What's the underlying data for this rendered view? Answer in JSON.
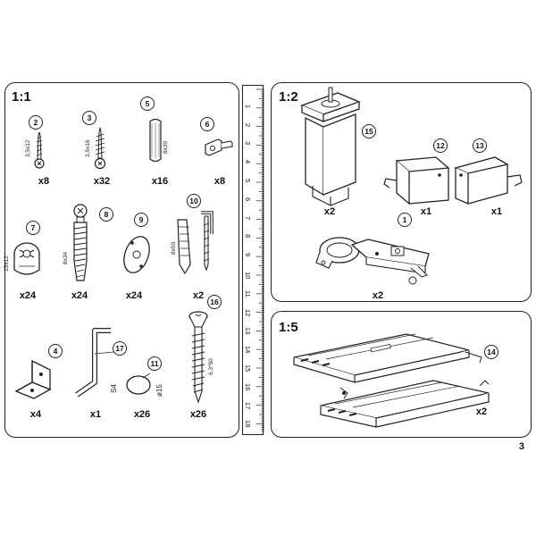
{
  "page_number": "3",
  "panels": {
    "left": {
      "scale": "1:1"
    },
    "top_right": {
      "scale": "1:2"
    },
    "bottom_right": {
      "scale": "1:5"
    }
  },
  "parts": [
    {
      "id": "2",
      "quantity": "x8",
      "dimension": "3,5x12",
      "icon": "screw-icon"
    },
    {
      "id": "3",
      "quantity": "x32",
      "dimension": "3,5x16",
      "icon": "screw-icon"
    },
    {
      "id": "5",
      "quantity": "x16",
      "dimension": "8x30",
      "icon": "wooden-dowel-icon"
    },
    {
      "id": "6",
      "quantity": "x8",
      "dimension": "",
      "icon": "shelf-support-icon"
    },
    {
      "id": "7",
      "quantity": "x24",
      "dimension": "15x12",
      "icon": "cam-lock-icon"
    },
    {
      "id": "8",
      "quantity": "x24",
      "dimension": "8x34",
      "icon": "cam-bolt-icon"
    },
    {
      "id": "9",
      "quantity": "x24",
      "dimension": "",
      "icon": "cam-cover-plate-icon"
    },
    {
      "id": "10",
      "quantity": "x2",
      "dimension": "8x50",
      "icon": "wall-plug-hook-icon"
    },
    {
      "id": "4",
      "quantity": "x4",
      "dimension": "",
      "icon": "corner-bracket-icon"
    },
    {
      "id": "17",
      "quantity": "x1",
      "dimension": "S4",
      "icon": "allen-key-icon"
    },
    {
      "id": "11",
      "quantity": "x26",
      "dimension": "ø15",
      "icon": "cover-cap-icon"
    },
    {
      "id": "16",
      "quantity": "x26",
      "dimension": "6,3*50",
      "icon": "confirmat-screw-icon"
    },
    {
      "id": "15",
      "quantity": "x2",
      "dimension": "",
      "icon": "furniture-leg-icon"
    },
    {
      "id": "12",
      "quantity": "x1",
      "dimension": "",
      "icon": "cabinet-hanger-left-icon"
    },
    {
      "id": "13",
      "quantity": "x1",
      "dimension": "",
      "icon": "cabinet-hanger-right-icon"
    },
    {
      "id": "1",
      "quantity": "x2",
      "dimension": "",
      "icon": "concealed-hinge-icon"
    },
    {
      "id": "14",
      "quantity": "x2",
      "dimension": "",
      "icon": "drawer-slide-icon"
    }
  ],
  "ruler": {
    "labels": [
      "1",
      "2",
      "3",
      "4",
      "5",
      "6",
      "7",
      "8",
      "9",
      "10",
      "11",
      "12",
      "13",
      "14",
      "15",
      "16",
      "17",
      "18"
    ]
  }
}
